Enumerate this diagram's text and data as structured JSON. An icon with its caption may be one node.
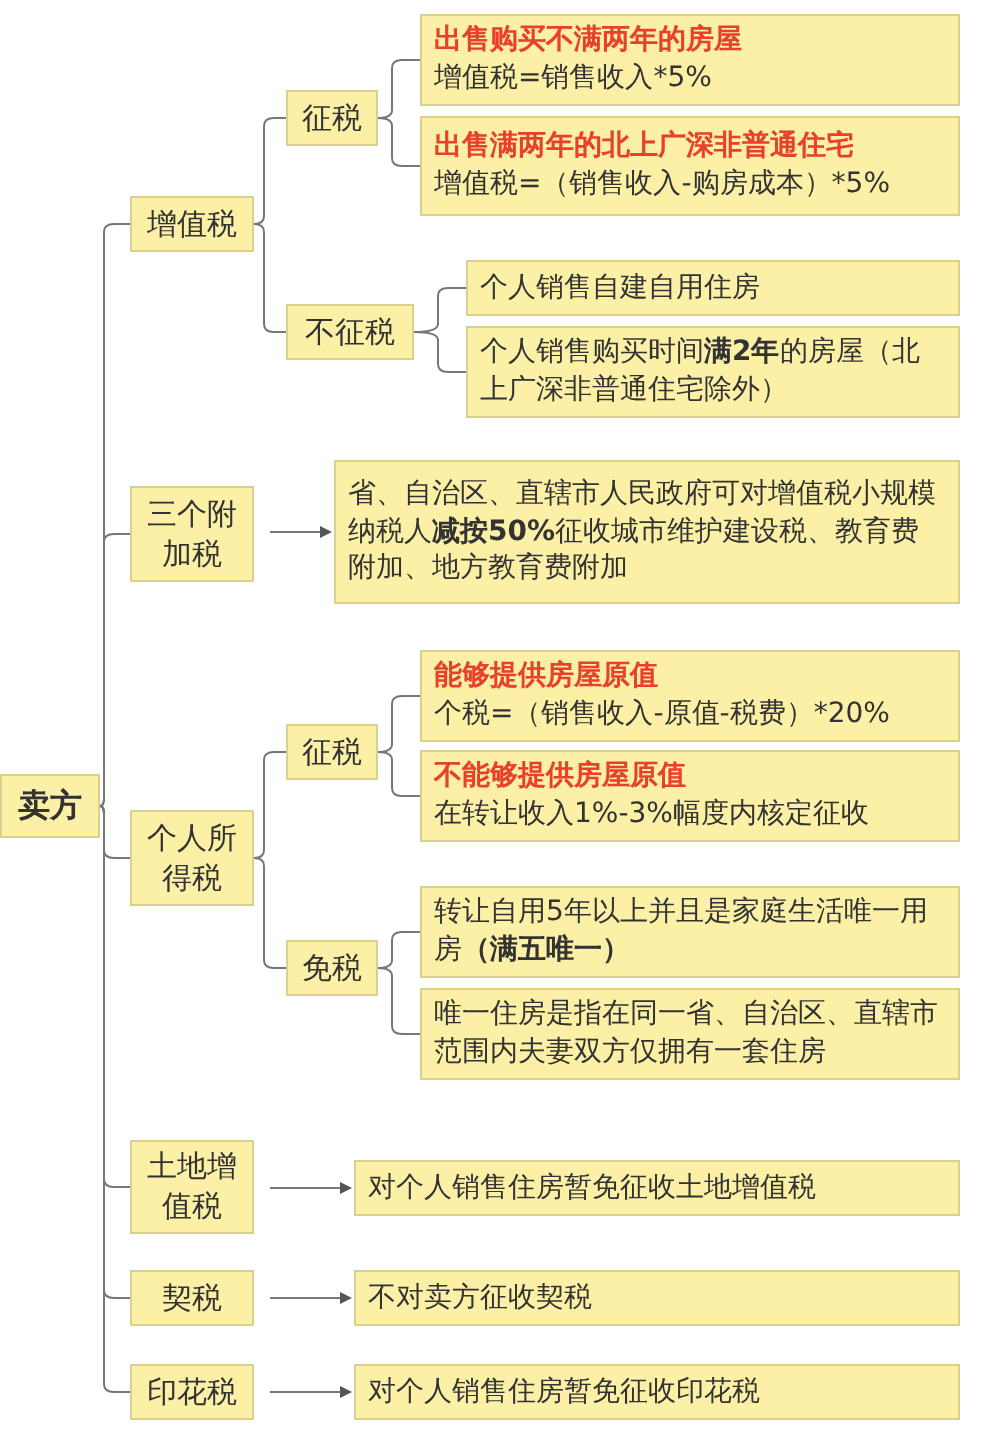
{
  "diagram": {
    "nodes": [
      {
        "text": [
          "卖方"
        ]
      },
      {
        "text": [
          "增值税"
        ]
      },
      {
        "text": [
          "征税"
        ]
      },
      {
        "text": [
          "出售购买不满两年的房屋",
          "增值税=销售收入*5%"
        ]
      },
      {
        "text": [
          "出售满两年的北上广深非普通住宅",
          "增值税=（销售收入-购房成本）*5%"
        ]
      },
      {
        "text": [
          "不征税"
        ]
      },
      {
        "text": [
          "个人销售自建自用住房"
        ]
      },
      {
        "text": [
          "个人销售购买时间**满2年**的房屋（北上广深非普通住宅除外）"
        ]
      },
      {
        "text": [
          "三个附加税"
        ]
      },
      {
        "text": [
          "省、自治区、直辖市人民政府可对增值税小规模纳税人**减按50%**征收城市维护建设税、教育费附加、地方教育费附加"
        ]
      },
      {
        "text": [
          "个人所得税"
        ]
      },
      {
        "text": [
          "征税"
        ]
      },
      {
        "text": [
          "能够提供房屋原值",
          "个税=（销售收入-原值-税费）*20%"
        ]
      },
      {
        "text": [
          "不能够提供房屋原值",
          "在转让收入1%-3%幅度内核定征收"
        ]
      },
      {
        "text": [
          "免税"
        ]
      },
      {
        "text": [
          "转让自用5年以上并且是家庭生活唯一用房**（满五唯一）**"
        ]
      },
      {
        "text": [
          "唯一住房是指在同一省、自治区、直辖市范围内夫妻双方仅拥有一套住房"
        ]
      },
      {
        "text": [
          "土地增值税"
        ]
      },
      {
        "text": [
          "对个人销售住房暂免征收土地增值税"
        ]
      },
      {
        "text": [
          "契税"
        ]
      },
      {
        "text": [
          "不对卖方征收契税"
        ]
      },
      {
        "text": [
          "印花税"
        ]
      },
      {
        "text": [
          "对个人销售住房暂免征收印花税"
        ]
      }
    ],
    "edges": [
      {
        "from": 0,
        "to": 1,
        "arrow": "none"
      },
      {
        "from": 0,
        "to": 8,
        "arrow": "none"
      },
      {
        "from": 0,
        "to": 10,
        "arrow": "none"
      },
      {
        "from": 0,
        "to": 17,
        "arrow": "none"
      },
      {
        "from": 0,
        "to": 19,
        "arrow": "none"
      },
      {
        "from": 0,
        "to": 21,
        "arrow": "none"
      },
      {
        "from": 1,
        "to": 2,
        "arrow": "none"
      },
      {
        "from": 1,
        "to": 5,
        "arrow": "none"
      },
      {
        "from": 2,
        "to": 3,
        "arrow": "none"
      },
      {
        "from": 2,
        "to": 4,
        "arrow": "none"
      },
      {
        "from": 5,
        "to": 6,
        "arrow": "none"
      },
      {
        "from": 5,
        "to": 7,
        "arrow": "none"
      },
      {
        "from": 8,
        "to": 9,
        "arrow": "to"
      },
      {
        "from": 10,
        "to": 11,
        "arrow": "none"
      },
      {
        "from": 10,
        "to": 14,
        "arrow": "none"
      },
      {
        "from": 11,
        "to": 12,
        "arrow": "none"
      },
      {
        "from": 11,
        "to": 13,
        "arrow": "none"
      },
      {
        "from": 14,
        "to": 15,
        "arrow": "none"
      },
      {
        "from": 14,
        "to": 16,
        "arrow": "none"
      },
      {
        "from": 17,
        "to": 18,
        "arrow": "to"
      },
      {
        "from": 19,
        "to": 20,
        "arrow": "to"
      },
      {
        "from": 21,
        "to": 22,
        "arrow": "to"
      }
    ]
  }
}
